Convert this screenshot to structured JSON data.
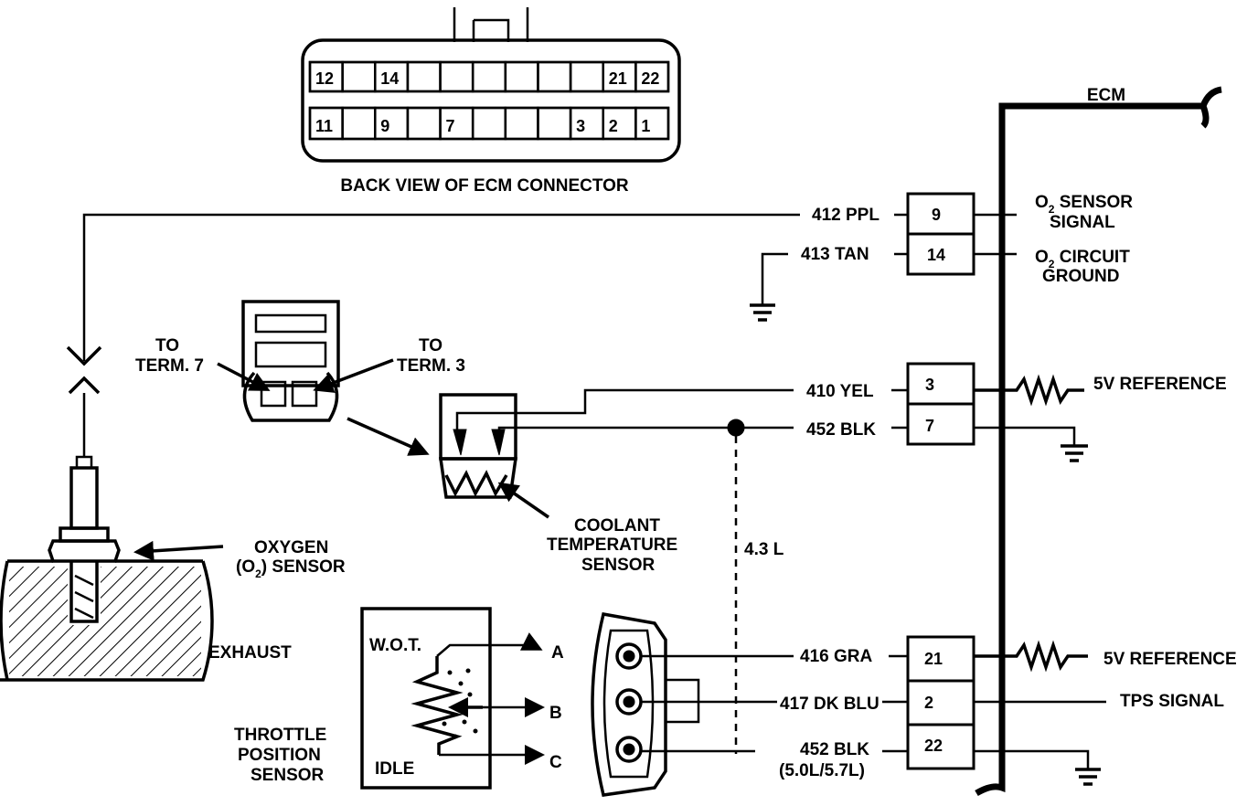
{
  "ecm_connector": {
    "caption": "BACK VIEW OF ECM CONNECTOR",
    "top_row": [
      "12",
      "",
      "14",
      "",
      "",
      "",
      "",
      "",
      "",
      "21",
      "22"
    ],
    "bottom_row": [
      "11",
      "",
      "9",
      "",
      "7",
      "",
      "",
      "",
      "3",
      "2",
      "1"
    ]
  },
  "ecm": {
    "label": "ECM"
  },
  "wires": {
    "w412": "412 PPL",
    "w413": "413 TAN",
    "w410": "410 YEL",
    "w452a": "452 BLK",
    "w416": "416 GRA",
    "w417": "417 DK BLU",
    "w452b": "452 BLK",
    "w452b_note": "(5.0L/5.7L)"
  },
  "pins": {
    "p9": "9",
    "p14": "14",
    "p3": "3",
    "p7": "7",
    "p21": "21",
    "p2": "2",
    "p22": "22"
  },
  "signals": {
    "o2_signal_1": "O",
    "o2_signal_sub": "2",
    "o2_signal_2": " SENSOR",
    "o2_signal_3": "SIGNAL",
    "o2_ground_1": "O",
    "o2_ground_sub": "2",
    "o2_ground_2": " CIRCUIT",
    "o2_ground_3": "GROUND",
    "ref5v_a": "5V REFERENCE",
    "ref5v_b": "5V REFERENCE",
    "tps_signal": "TPS SIGNAL"
  },
  "connector_labels": {
    "to_term7_a": "TO",
    "to_term7_b": "TERM. 7",
    "to_term3_a": "TO",
    "to_term3_b": "TERM. 3"
  },
  "sensors": {
    "coolant_1": "COOLANT",
    "coolant_2": "TEMPERATURE",
    "coolant_3": "SENSOR",
    "oxygen_1": "OXYGEN",
    "oxygen_2a": "(O",
    "oxygen_2sub": "2",
    "oxygen_2b": ") SENSOR",
    "exhaust": "EXHAUST",
    "engine_note": "4.3 L",
    "tps_wot": "W.O.T.",
    "tps_idle": "IDLE",
    "tps_1": "THROTTLE",
    "tps_2": "POSITION",
    "tps_3": "SENSOR",
    "term_a": "A",
    "term_b": "B",
    "term_c": "C"
  }
}
